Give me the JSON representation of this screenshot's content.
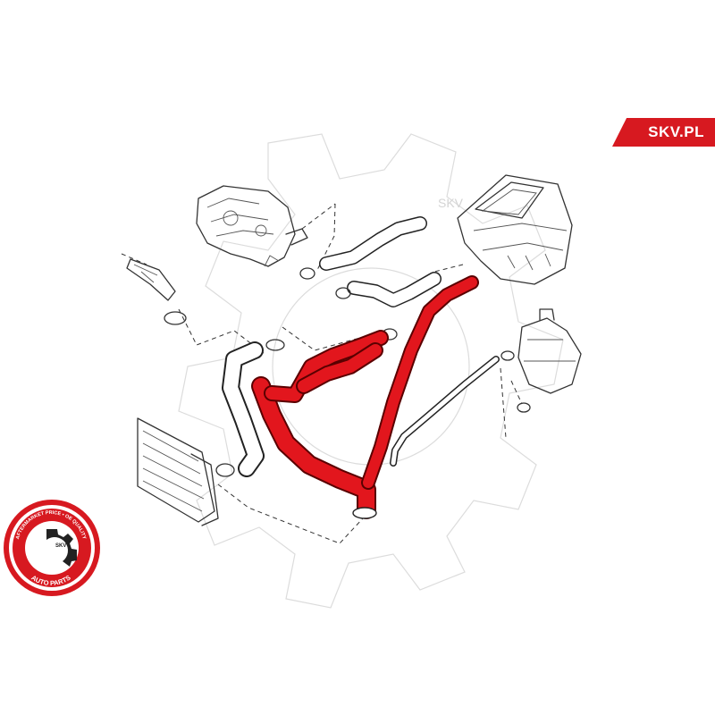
{
  "brand": {
    "label": "SKV.PL",
    "color": "#d71920"
  },
  "watermark": {
    "label": "SKV"
  },
  "badge": {
    "center_label": "SKV",
    "ring_top_text": "AFTERMARKET PRICE • OE QUALITY",
    "ring_bottom_text": "AUTO PARTS",
    "ring_color": "#d71920"
  },
  "colors": {
    "highlight_part": "#e2161d",
    "line_art": "#333333"
  }
}
